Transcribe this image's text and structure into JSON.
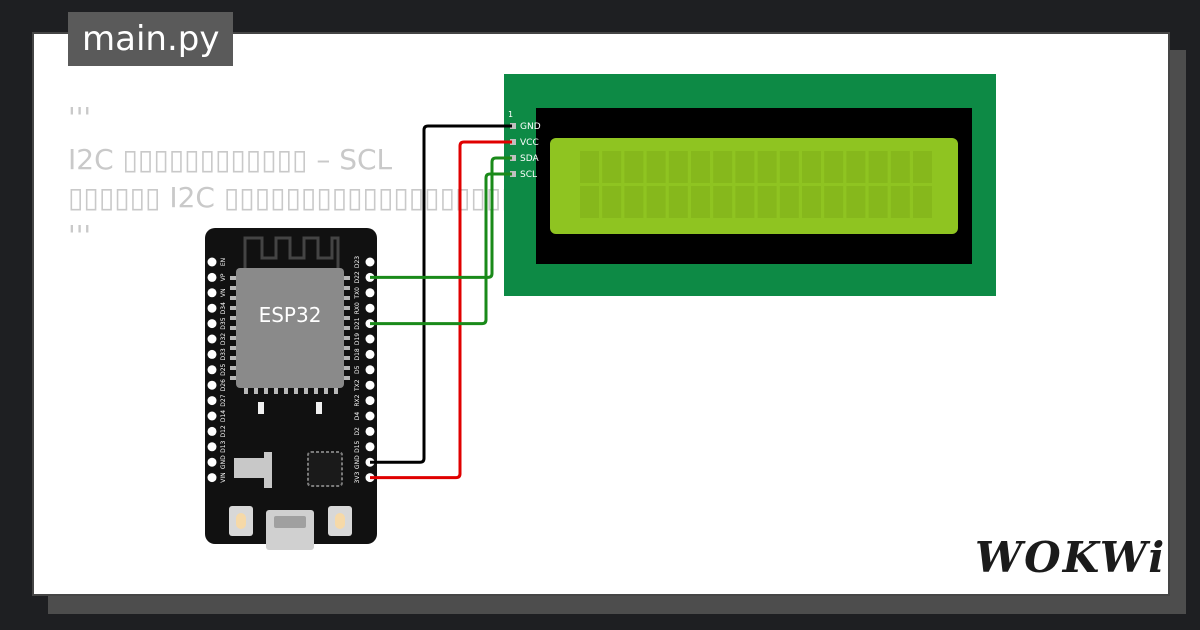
{
  "editor": {
    "filename": "main.py"
  },
  "code_lines": [
    "'''",
    "I2C ▯▯▯▯▯▯▯▯▯▯▯▯ – SCL",
    "▯▯▯▯▯▯ I2C ▯▯▯▯▯▯▯▯▯▯▯▯▯▯▯▯▯▯▯▯▯▯Address▯",
    "'''"
  ],
  "lcd": {
    "pin_index": "1",
    "pins": [
      "GND",
      "VCC",
      "SDA",
      "SCL"
    ],
    "color": "#8fc421"
  },
  "esp32": {
    "chip_label": "ESP32",
    "left_pins": [
      "EN",
      "VP",
      "VN",
      "D34",
      "D35",
      "D32",
      "D33",
      "D25",
      "D26",
      "D27",
      "D14",
      "D12",
      "D13",
      "GND",
      "VIN"
    ],
    "right_pins": [
      "D23",
      "D22",
      "TX0",
      "RX0",
      "D21",
      "D19",
      "D18",
      "D5",
      "TX2",
      "RX2",
      "D4",
      "D2",
      "D15",
      "GND",
      "3V3"
    ]
  },
  "wires": {
    "gnd_color": "#000000",
    "vcc_color": "#e00000",
    "data_color": "#1a8a1a"
  },
  "brand": {
    "logo_text": "WOKWi"
  }
}
